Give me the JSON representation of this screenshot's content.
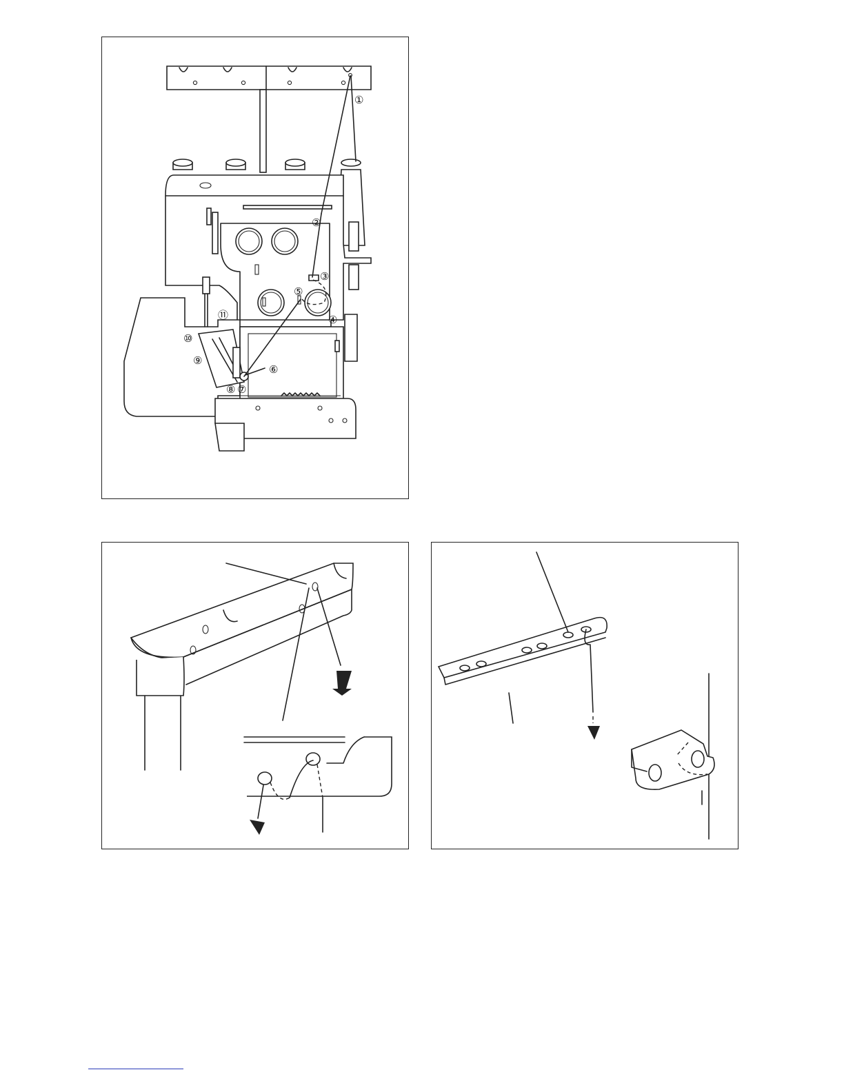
{
  "figures": {
    "main": {
      "callouts": [
        "①",
        "②",
        "③",
        "④",
        "⑤",
        "⑥",
        "⑦",
        "⑧",
        "⑨",
        "⑩",
        "⑪"
      ]
    }
  },
  "colors": {
    "line": "#222222",
    "footer_link": "#2a3ab8"
  }
}
